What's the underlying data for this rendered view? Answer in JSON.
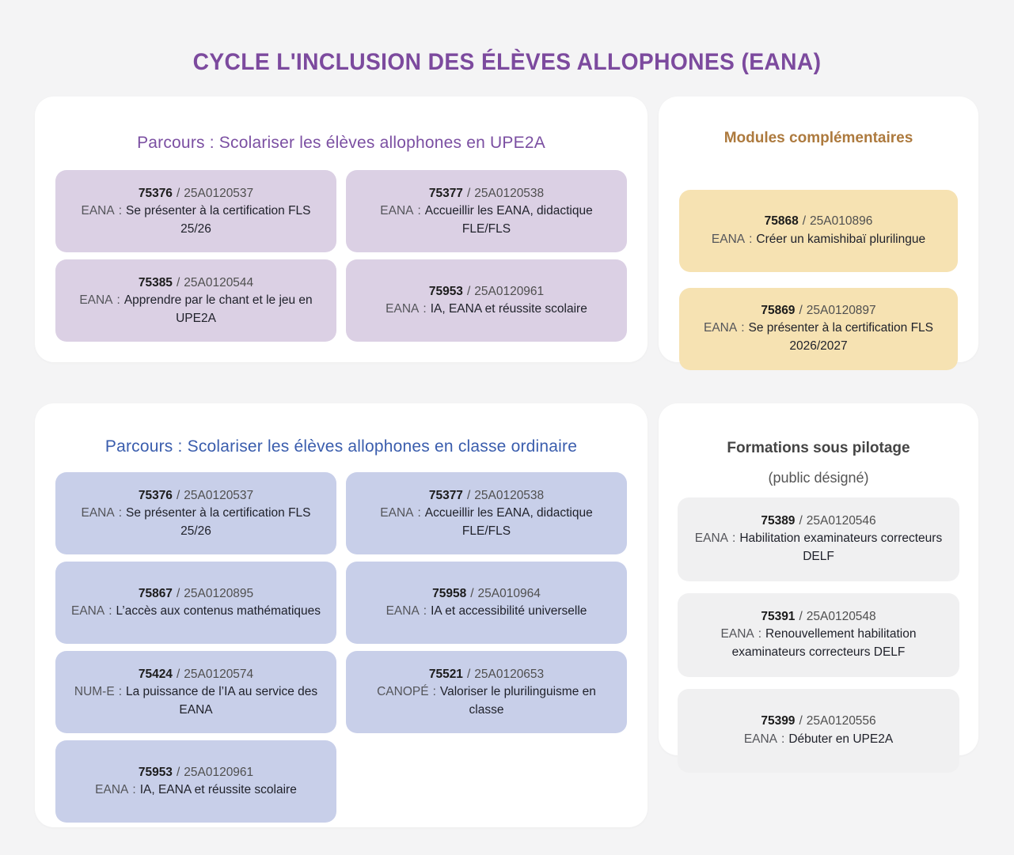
{
  "page": {
    "title": "CYCLE L'INCLUSION DES ÉLÈVES ALLOPHONES (EANA)"
  },
  "ui": {
    "slash": "/",
    "colon": ":"
  },
  "colors": {
    "background": "#f4f4f5",
    "card": "#ffffff",
    "title_purple": "#7c4a9e",
    "section_purple": "#7b4fa2",
    "section_blue": "#3a5dad",
    "section_brown": "#ad7a3e",
    "section_gray": "#454545",
    "box_lavender": "#dbd0e4",
    "box_periwinkle": "#c8cfe9",
    "box_yellow": "#f6e2b2",
    "box_gray": "#f0f0f1"
  },
  "sections": [
    {
      "id": "upe2a",
      "title": "Parcours : Scolariser les élèves allophones en UPE2A",
      "courses": [
        {
          "number": "75376",
          "code": "25A0120537",
          "prefix": "EANA",
          "title": "Se présenter à la certification FLS 25/26"
        },
        {
          "number": "75377",
          "code": "25A0120538",
          "prefix": "EANA",
          "title": "Accueillir les EANA, didactique FLE/FLS"
        },
        {
          "number": "75385",
          "code": "25A0120544",
          "prefix": "EANA",
          "title": "Apprendre par le chant et le jeu en UPE2A"
        },
        {
          "number": "75953",
          "code": "25A0120961",
          "prefix": "EANA",
          "title": "IA, EANA et réussite scolaire"
        }
      ]
    },
    {
      "id": "modules-complementaires",
      "title": "Modules complémentaires",
      "courses": [
        {
          "number": "75868",
          "code": "25A010896",
          "prefix": "EANA",
          "title": "Créer un kamishibaï plurilingue"
        },
        {
          "number": "75869",
          "code": "25A0120897",
          "prefix": "EANA",
          "title": "Se présenter à la certification FLS 2026/2027"
        }
      ]
    },
    {
      "id": "classe-ordinaire",
      "title": "Parcours : Scolariser les élèves allophones en classe ordinaire",
      "courses": [
        {
          "number": "75376",
          "code": "25A0120537",
          "prefix": "EANA",
          "title": "Se présenter à la certification FLS 25/26"
        },
        {
          "number": "75377",
          "code": "25A0120538",
          "prefix": "EANA",
          "title": "Accueillir les EANA, didactique FLE/FLS"
        },
        {
          "number": "75867",
          "code": "25A0120895",
          "prefix": "EANA",
          "title": "L’accès aux contenus mathématiques"
        },
        {
          "number": "75958",
          "code": "25A010964",
          "prefix": "EANA",
          "title": "IA et accessibilité universelle"
        },
        {
          "number": "75424",
          "code": "25A0120574",
          "prefix": "NUM-E",
          "title": "La puissance de l’IA au service des EANA"
        },
        {
          "number": "75521",
          "code": "25A0120653",
          "prefix": "CANOPÉ",
          "title": "Valoriser le plurilinguisme en classe"
        },
        {
          "number": "75953",
          "code": "25A0120961",
          "prefix": "EANA",
          "title": "IA, EANA et réussite scolaire"
        }
      ]
    },
    {
      "id": "formations-pilotage",
      "title": "Formations sous pilotage",
      "subtitle": "(public désigné)",
      "courses": [
        {
          "number": "75389",
          "code": "25A0120546",
          "prefix": "EANA",
          "title": "Habilitation examinateurs correcteurs DELF"
        },
        {
          "number": "75391",
          "code": "25A0120548",
          "prefix": "EANA",
          "title": "Renouvellement habilitation examinateurs correcteurs DELF"
        },
        {
          "number": "75399",
          "code": "25A0120556",
          "prefix": "EANA",
          "title": "Débuter en UPE2A"
        }
      ]
    }
  ]
}
